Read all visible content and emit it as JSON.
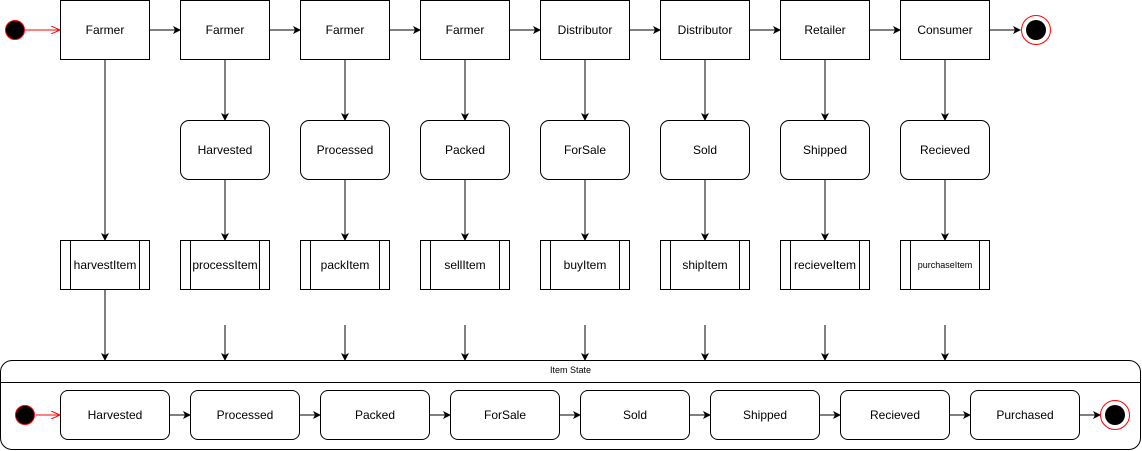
{
  "top_row": {
    "actors": [
      "Farmer",
      "Farmer",
      "Farmer",
      "Farmer",
      "Distributor",
      "Distributor",
      "Retailer",
      "Consumer"
    ],
    "states": [
      "Harvested",
      "Processed",
      "Packed",
      "ForSale",
      "Sold",
      "Shipped",
      "Recieved"
    ],
    "functions": [
      "harvestItem",
      "processItem",
      "packItem",
      "sellItem",
      "buyItem",
      "shipItem",
      "recieveItem",
      "purchaseItem"
    ]
  },
  "item_state": {
    "title": "Item State",
    "states": [
      "Harvested",
      "Processed",
      "Packed",
      "ForSale",
      "Sold",
      "Shipped",
      "Recieved",
      "Purchased"
    ]
  },
  "colors": {
    "line": "#000000",
    "start_arrow": "#ff0000",
    "terminal_ring": "#ff0000"
  }
}
